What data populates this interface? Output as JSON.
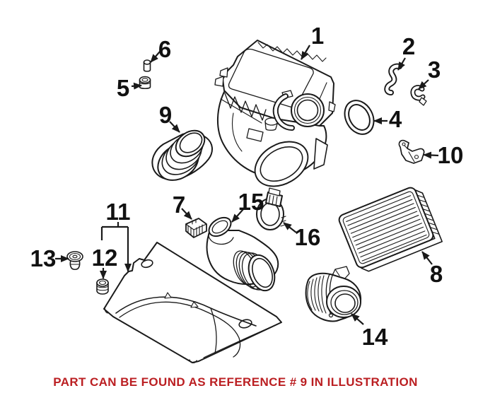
{
  "canvas": {
    "background": "#ffffff",
    "line_color": "#1a1a1a"
  },
  "parts": [
    {
      "ref": "1"
    },
    {
      "ref": "2"
    },
    {
      "ref": "3"
    },
    {
      "ref": "4"
    },
    {
      "ref": "5"
    },
    {
      "ref": "6"
    },
    {
      "ref": "7"
    },
    {
      "ref": "8"
    },
    {
      "ref": "9"
    },
    {
      "ref": "10"
    },
    {
      "ref": "11"
    },
    {
      "ref": "12"
    },
    {
      "ref": "13"
    },
    {
      "ref": "14"
    },
    {
      "ref": "15"
    },
    {
      "ref": "16"
    }
  ],
  "caption": {
    "text": "PART CAN BE FOUND AS REFERENCE # 9 IN ILLUSTRATION",
    "color": "#bb1f22"
  }
}
